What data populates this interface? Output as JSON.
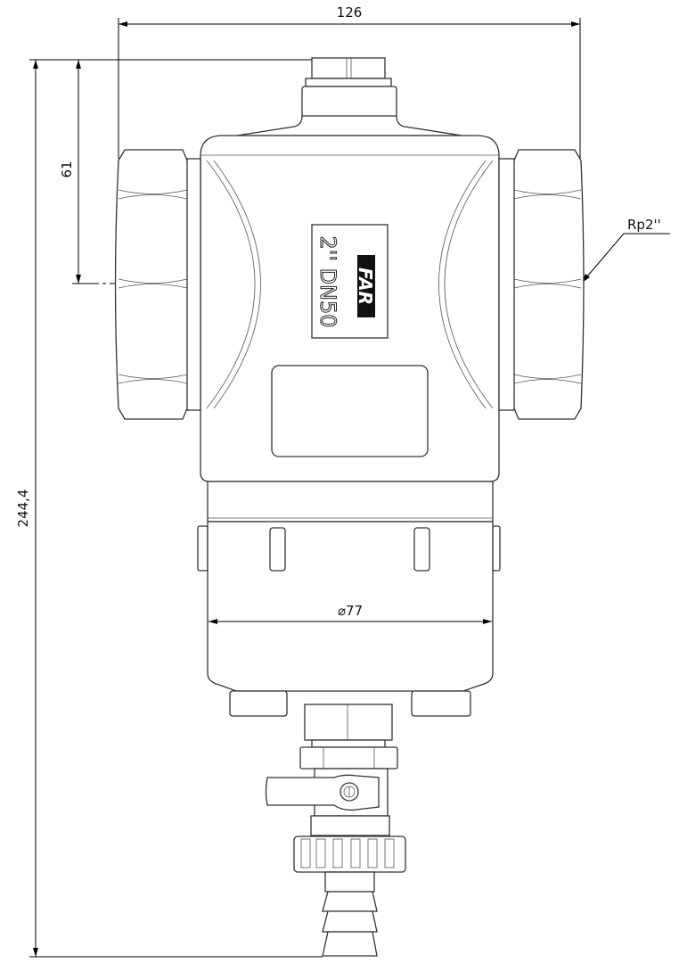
{
  "drawing": {
    "dimensions": {
      "overall_width": "126",
      "overall_height": "244,4",
      "top_to_axis": "61",
      "thread": "Rp2''",
      "bowl_diameter": "⌀77"
    },
    "plate": {
      "size": "2'' DN50",
      "brand": "FAR"
    }
  }
}
